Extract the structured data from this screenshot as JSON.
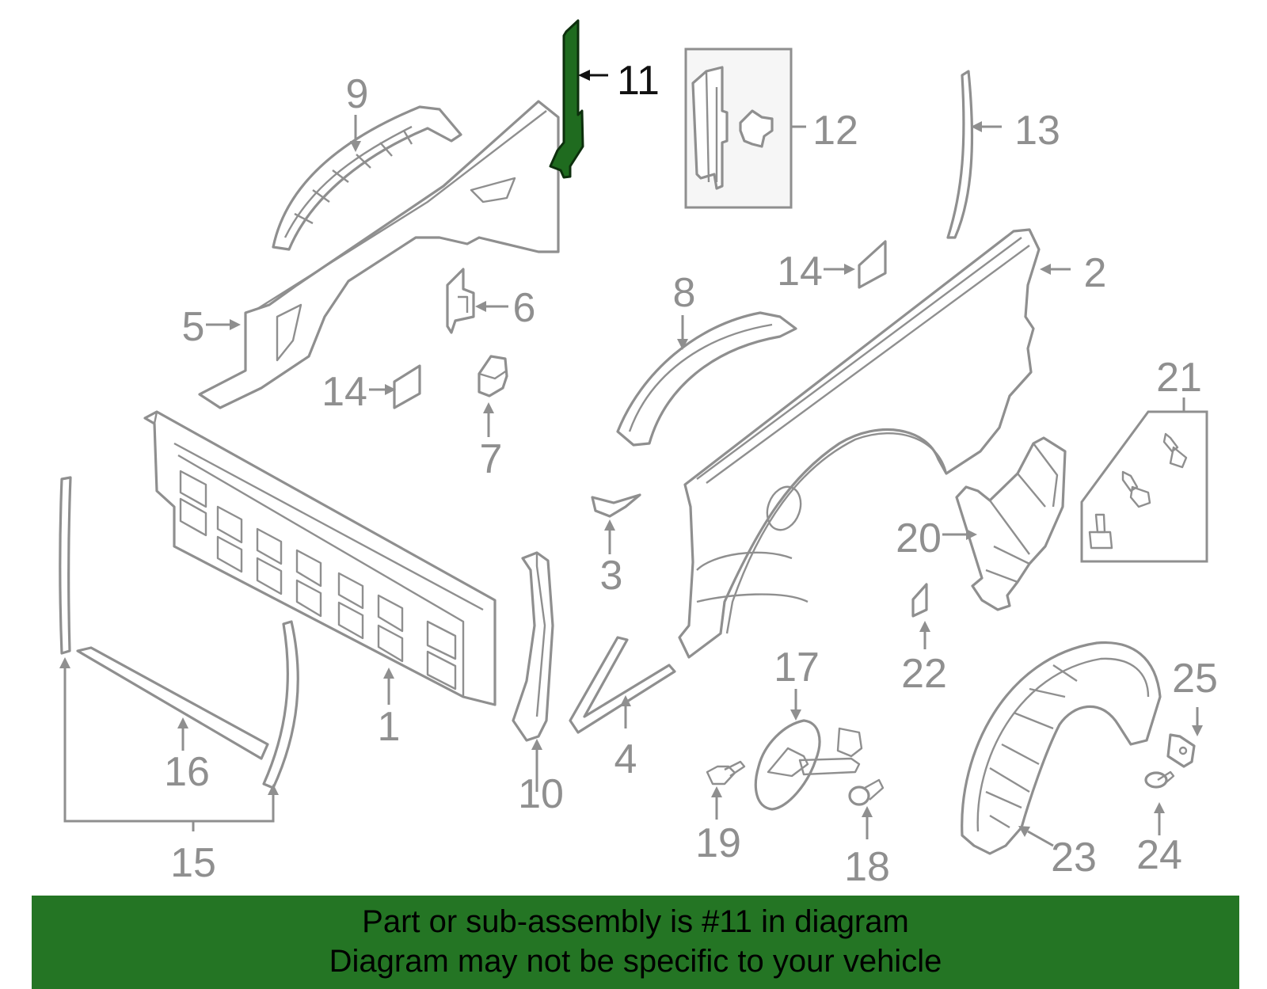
{
  "diagram": {
    "highlighted_callout": "11",
    "callouts": [
      "1",
      "2",
      "3",
      "4",
      "5",
      "6",
      "7",
      "8",
      "9",
      "10",
      "11",
      "12",
      "13",
      "14",
      "14",
      "15",
      "16",
      "17",
      "18",
      "19",
      "20",
      "21",
      "22",
      "23",
      "24",
      "25"
    ],
    "colors": {
      "line": "#8f8f8f",
      "highlight_fill": "#1f6b1f",
      "banner_bg": "#247524",
      "banner_text": "#000000"
    }
  },
  "banner": {
    "line1": "Part or sub-assembly is #11 in diagram",
    "line2": "Diagram may not be specific to your vehicle"
  }
}
